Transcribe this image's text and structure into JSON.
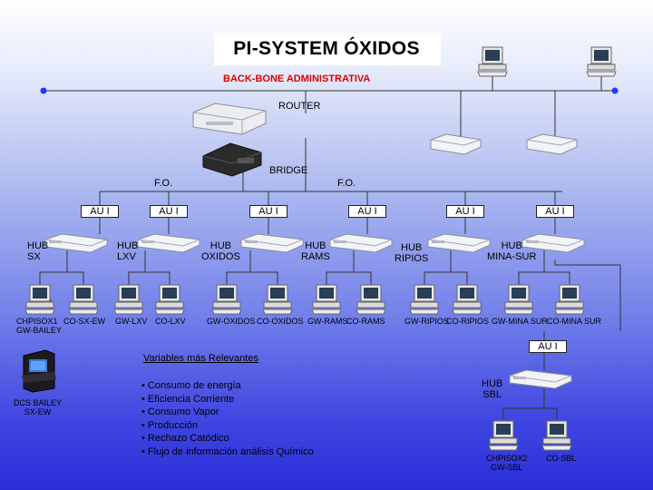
{
  "title": "PI-SYSTEM ÓXIDOS",
  "subtitle": "BACK-BONE ADMINISTRATIVA",
  "labels": {
    "router": "ROUTER",
    "bridge": "BRIDGE",
    "fo_left": "F.O.",
    "fo_right": "F.O.",
    "hub_sx": "HUB\nSX",
    "hub_lxv": "HUB\nLXV",
    "hub_oxidos": "HUB\nOXIDOS",
    "hub_rams": "HUB\nRAMS",
    "hub_ripios": "HUB\nRIPIOS",
    "hub_mina_sur": "HUB\nMINA-SUR",
    "hub_sbl": "HUB\nSBL",
    "dcs": "DCS BAILEY\nSX-EW"
  },
  "aui_label": "AU I",
  "workstations": [
    "CHPISOX1\nGW-BAILEY",
    "CO-SX-EW",
    "GW-LXV",
    "CO-LXV",
    "GW-OXIDOS",
    "CO-OXIDOS",
    "GW-RAMS",
    "CO-RAMS",
    "GW-RIPIOS",
    "CO-RIPIOS",
    "GW-MINA SUR",
    "CO-MINA SUR",
    "CHPISOX2\nGW-SBL",
    "CO-SBL"
  ],
  "variables": {
    "heading": "Variables más Relevantes",
    "items": [
      "• Consumo de energía",
      "• Eficiencia Corriente",
      "• Consumo Vapor",
      "• Producción",
      "• Rechazo Catódico",
      "• Flujo de información análisis Químico"
    ]
  },
  "colors": {
    "subtitle": "#e00000",
    "backbone_node": "#1a3cff",
    "bg_top": "#ffffff",
    "bg_bottom": "#2b2fd9"
  }
}
